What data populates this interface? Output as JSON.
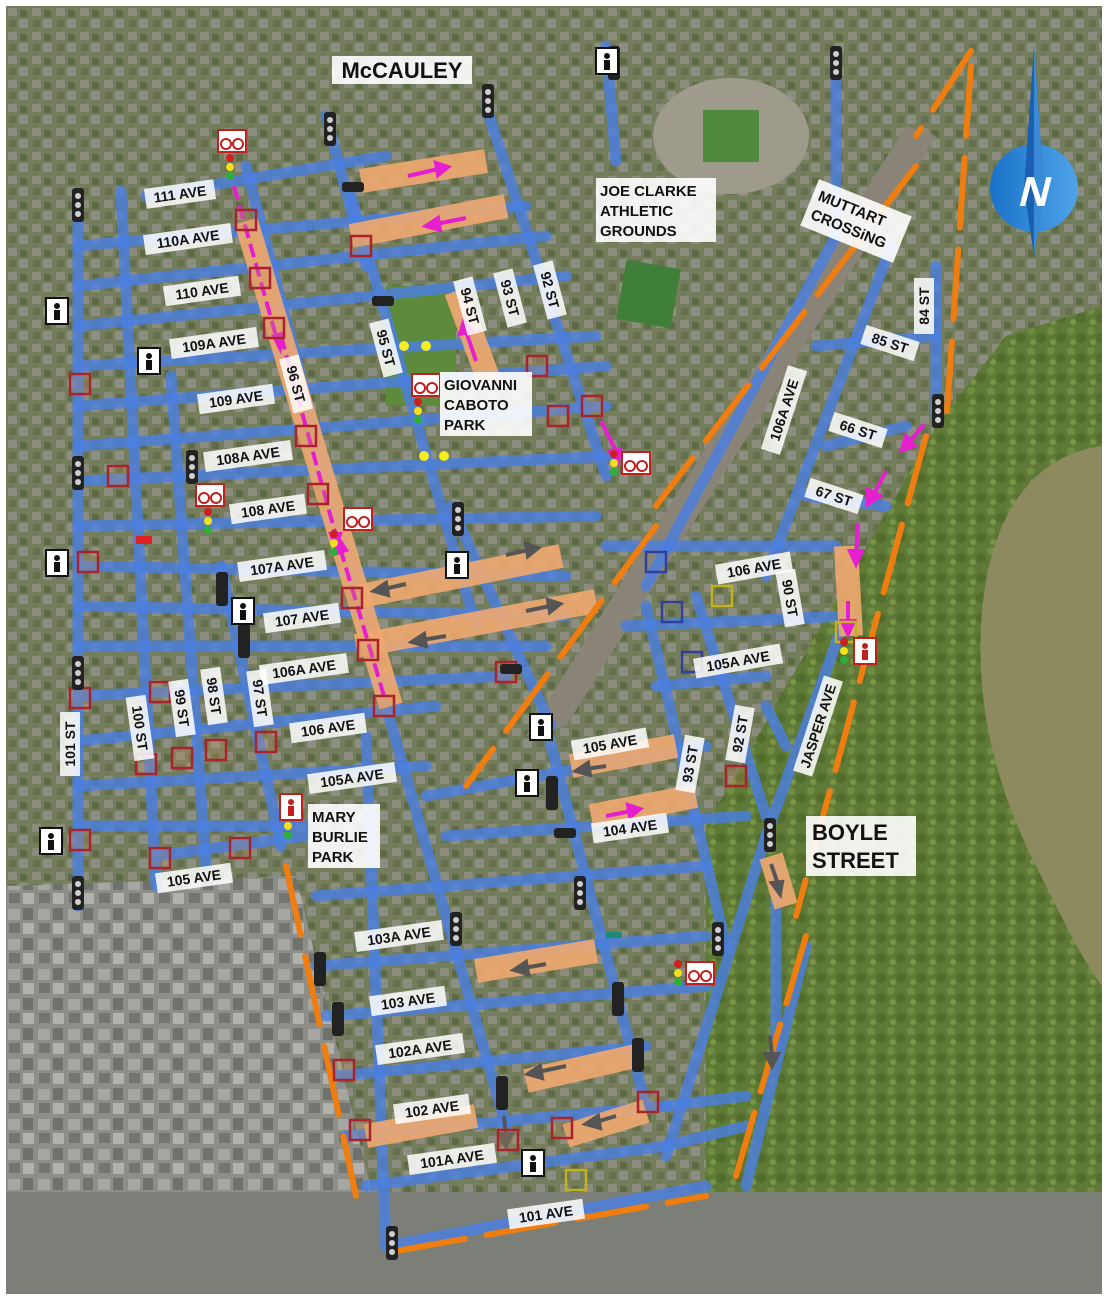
{
  "map": {
    "neighbourhoods": {
      "north": "McCAULEY",
      "south_east": [
        "BOYLE",
        "STREET"
      ]
    },
    "places": [
      {
        "name": "joe-clarke",
        "lines": [
          "JOE CLARKE",
          "ATHLETIC",
          "GROUNDS"
        ]
      },
      {
        "name": "giovanni-caboto-park",
        "lines": [
          "GIOVANNI",
          "CABOTO",
          "PARK"
        ]
      },
      {
        "name": "mary-burlie-park",
        "lines": [
          "MARY",
          "BURLIE",
          "PARK"
        ]
      },
      {
        "name": "muttart-crossing",
        "lines": [
          "MUTTART",
          "CROSSiNG"
        ]
      }
    ],
    "streets": [
      {
        "name": "111 AVE"
      },
      {
        "name": "110A AVE"
      },
      {
        "name": "110 AVE"
      },
      {
        "name": "109A AVE"
      },
      {
        "name": "109 AVE"
      },
      {
        "name": "108A AVE"
      },
      {
        "name": "108 AVE"
      },
      {
        "name": "107A AVE"
      },
      {
        "name": "107 AVE"
      },
      {
        "name": "106A AVE"
      },
      {
        "name": "106 AVE"
      },
      {
        "name": "105A AVE"
      },
      {
        "name": "105 AVE"
      },
      {
        "name": "103A AVE"
      },
      {
        "name": "103 AVE"
      },
      {
        "name": "102A AVE"
      },
      {
        "name": "102 AVE"
      },
      {
        "name": "101A AVE"
      },
      {
        "name": "101 AVE"
      },
      {
        "name": "106 AVE"
      },
      {
        "name": "105A AVE"
      },
      {
        "name": "105 AVE"
      },
      {
        "name": "104 AVE"
      },
      {
        "name": "106A AVE"
      },
      {
        "name": "85 ST"
      },
      {
        "name": "84 ST"
      },
      {
        "name": "66 ST"
      },
      {
        "name": "67 ST"
      },
      {
        "name": "90 ST"
      },
      {
        "name": "JASPER AVE"
      },
      {
        "name": "92 ST"
      },
      {
        "name": "93 ST"
      },
      {
        "name": "101 ST"
      },
      {
        "name": "100 ST"
      },
      {
        "name": "99 ST"
      },
      {
        "name": "98 ST"
      },
      {
        "name": "97 ST"
      },
      {
        "name": "96 ST"
      },
      {
        "name": "95 ST"
      },
      {
        "name": "94 ST"
      },
      {
        "name": "93 ST"
      },
      {
        "name": "92 ST"
      }
    ],
    "compass": {
      "letter": "N"
    },
    "colors": {
      "route": "#4a7fe0",
      "bike_route": "#f0a870",
      "arrow_bike": "#e51fd0",
      "arrow_flow": "#555555",
      "future_route": "#f07d10",
      "marker": "#a8232b",
      "marker_blue": "#2f3f9a",
      "marker_yellow": "#c4b21a",
      "park_light": "#f4ee1f"
    }
  }
}
